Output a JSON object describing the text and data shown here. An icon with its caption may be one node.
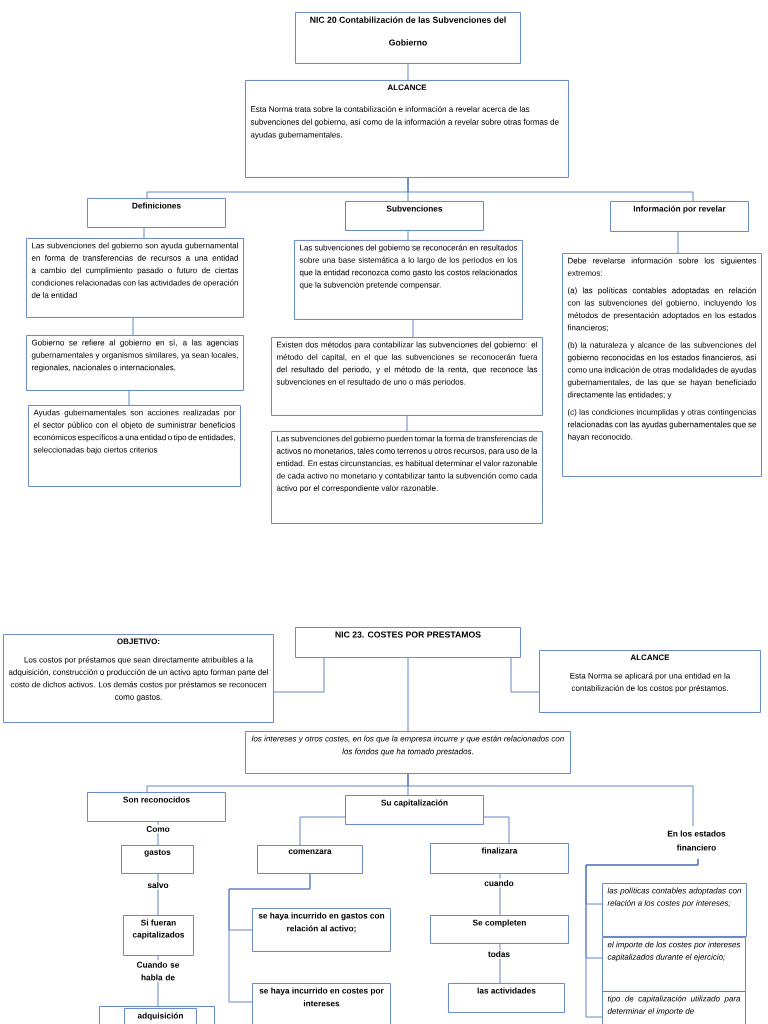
{
  "diagram": {
    "nodes": [
      {
        "text": [
          "NIC 20 Contabilización de las Subvenciones del Gobierno"
        ]
      },
      {
        "text": [
          "ALCANCE",
          "Esta Norma trata sobre la contabilización e información a revelar acerca de las subvenciones del gobierno, así como de la información a revelar sobre otras formas de ayudas gubernamentales."
        ]
      },
      {
        "text": [
          "Definiciones"
        ]
      },
      {
        "text": [
          "Subvenciones"
        ]
      },
      {
        "text": [
          "Información por revelar"
        ]
      },
      {
        "text": [
          "Las subvenciones del gobierno son ayuda gubernamental en forma de transferencias de recursos a una entidad a cambio del cumplimiento pasado o futuro de ciertas condiciones relacionadas con las actividades de operación de la entidad"
        ]
      },
      {
        "text": [
          "Gobierno se refiere al gobierno en sí, a las agencias gubernamentales y organismos similares, ya sean locales, regionales, nacionales o internacionales."
        ]
      },
      {
        "text": [
          "Ayudas gubernamentales son acciones realizadas por el sector público con el objeto de suministrar beneficios económicos específicos a una entidad o tipo de entidades, seleccionadas bajo ciertos criterios"
        ]
      },
      {
        "text": [
          "Las subvenciones del gobierno se reconocerán en resultados sobre una base sistemática a lo largo de los periodos en los que la entidad reconozca como gasto los costos relacionados que la subvención pretende compensar."
        ]
      },
      {
        "text": [
          "Existen dos métodos para contabilizar las subvenciones del gobierno: el método del capital, en el que las subvenciones se reconocerán fuera del resultado del periodo, y el método de la renta, que reconoce las subvenciones en el resultado de uno o más periodos."
        ]
      },
      {
        "text": [
          "Las subvenciones del gobierno pueden tomar la forma de transferencias de activos no monetarios, tales como terrenos u otros recursos, para uso de la entidad. En estas circunstancias, es habitual determinar el valor razonable de cada activo no monetario y contabilizar tanto la subvención como cada activo por el correspondiente valor razonable."
        ]
      },
      {
        "text": [
          "Debe revelarse información sobre los siguientes extremos:",
          "(a) las políticas contables adoptadas en relación con las subvenciones del gobierno, incluyendo los métodos de presentación adoptados en los estados financieros;",
          "(b) la naturaleza y alcance de las subvenciones del gobierno reconocidas en los estados financieros, así como una indicación de otras modalidades de ayudas gubernamentales, de las que se hayan beneficiado directamente las entidades; y",
          "(c) las condiciones incumplidas y otras contingencias relacionadas con las ayudas gubernamentales que se hayan reconocido."
        ]
      },
      {
        "text": [
          "OBJETIVO:",
          "Los costos por préstamos que sean directamente atribuibles a la adquisición, construcción o producción de un activo apto forman parte del costo de dichos activos. Los demás costos por préstamos se reconocen como gastos."
        ]
      },
      {
        "text": [
          "NIC 23. COSTES POR PRESTAMOS"
        ]
      },
      {
        "text": [
          "ALCANCE",
          "Esta Norma se aplicará por una entidad en la contabilización de los costos por préstamos."
        ]
      },
      {
        "text": [
          "los intereses y otros costes, en los que la empresa incurre y que están relacionados con los fondos que ha tomado prestados."
        ]
      },
      {
        "text": [
          "Son reconocidos"
        ]
      },
      {
        "text": [
          "Su capitalización"
        ]
      },
      {
        "text": [
          "En los estados financiero"
        ]
      },
      {
        "text": [
          "gastos"
        ]
      },
      {
        "text": [
          "Si fueran capitalizados"
        ]
      },
      {
        "text": [],
        "shape": "box"
      },
      {
        "text": [
          "adquisición"
        ],
        "in": 21
      },
      {
        "text": [
          "comenzara"
        ]
      },
      {
        "text": [
          "se haya incurrido en gastos con relación al activo;"
        ]
      },
      {
        "text": [
          "se haya incurrido en costes por intereses"
        ]
      },
      {
        "text": [
          "finalizara"
        ]
      },
      {
        "text": [
          "Se completen"
        ]
      },
      {
        "text": [
          "las actividades"
        ]
      },
      {
        "text": [
          "las políticas contables adoptadas con relación a los costes por intereses;"
        ]
      },
      {
        "text": [
          "el importe de los costes por intereses capitalizados durante el ejercicio;"
        ]
      },
      {
        "text": [
          "tipo de capitalización utilizado para determinar el importe de"
        ]
      }
    ],
    "edges": [
      {
        "from": 0,
        "to": 1,
        "arrow": "none"
      },
      {
        "from": 1,
        "to": 2,
        "arrow": "none"
      },
      {
        "from": 1,
        "to": 3,
        "arrow": "none"
      },
      {
        "from": 1,
        "to": 4,
        "arrow": "none"
      },
      {
        "from": 2,
        "to": 5,
        "arrow": "none"
      },
      {
        "from": 5,
        "to": 6,
        "arrow": "none"
      },
      {
        "from": 6,
        "to": 7,
        "arrow": "none"
      },
      {
        "from": 3,
        "to": 8,
        "arrow": "none"
      },
      {
        "from": 8,
        "to": 9,
        "arrow": "none"
      },
      {
        "from": 9,
        "to": 10,
        "arrow": "none"
      },
      {
        "from": 4,
        "to": 11,
        "arrow": "none"
      },
      {
        "from": 13,
        "to": 12,
        "arrow": "none"
      },
      {
        "from": 13,
        "to": 14,
        "arrow": "none"
      },
      {
        "from": 13,
        "to": 15,
        "arrow": "none"
      },
      {
        "from": 15,
        "to": 16,
        "arrow": "none"
      },
      {
        "from": 15,
        "to": 17,
        "arrow": "none"
      },
      {
        "from": 15,
        "to": 18,
        "arrow": "none"
      },
      {
        "from": 16,
        "to": 19,
        "arrow": "none",
        "label": "Como"
      },
      {
        "from": 19,
        "to": 20,
        "arrow": "none",
        "label": "salvo"
      },
      {
        "from": 20,
        "to": 21,
        "arrow": "none",
        "label": "Cuando se habla de"
      },
      {
        "from": 17,
        "to": 23,
        "arrow": "none"
      },
      {
        "from": 17,
        "to": 26,
        "arrow": "none"
      },
      {
        "from": 23,
        "to": 24,
        "arrow": "none"
      },
      {
        "from": 23,
        "to": 25,
        "arrow": "none"
      },
      {
        "from": 26,
        "to": 27,
        "arrow": "none",
        "label": "cuando"
      },
      {
        "from": 27,
        "to": 28,
        "arrow": "none",
        "label": "todas"
      },
      {
        "from": 18,
        "to": 29,
        "arrow": "none"
      },
      {
        "from": 18,
        "to": 30,
        "arrow": "none"
      },
      {
        "from": 18,
        "to": 31,
        "arrow": "none"
      }
    ]
  }
}
